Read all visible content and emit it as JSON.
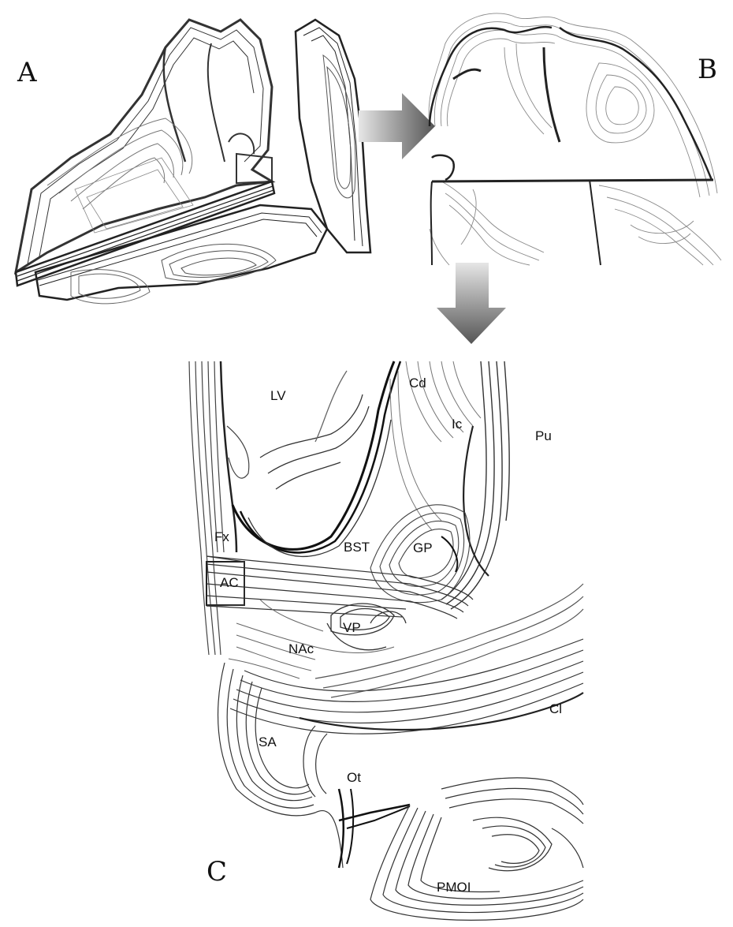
{
  "panels": {
    "a": {
      "letter": "A"
    },
    "b": {
      "letter": "B"
    },
    "c": {
      "letter": "C"
    }
  },
  "regions": {
    "lv": "LV",
    "cd": "Cd",
    "ic": "Ic",
    "pu": "Pu",
    "fx": "Fx",
    "bst": "BST",
    "gp": "GP",
    "ac": "AC",
    "vp": "VP",
    "nac": "NAc",
    "cl": "Cl",
    "sa": "SA",
    "ot": "Ot",
    "pmoi": "PMOI"
  },
  "colors": {
    "contour_dark": "#222222",
    "contour_mid": "#555555",
    "contour_light": "#8a8a8a",
    "arrow_dark": "#555555",
    "arrow_light": "#dddddd"
  }
}
